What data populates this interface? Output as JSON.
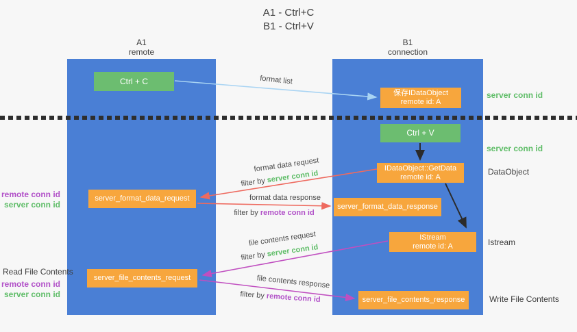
{
  "title": {
    "line1": "A1 - Ctrl+C",
    "line2": "B1 - Ctrl+V"
  },
  "columns": {
    "left": {
      "name": "A1",
      "role": "remote"
    },
    "right": {
      "name": "B1",
      "role": "connection"
    }
  },
  "nodes": {
    "ctrl_c": {
      "label": "Ctrl + C"
    },
    "save_idataobject": {
      "line1": "保存IDataObject",
      "line2": "remote id: A"
    },
    "ctrl_v": {
      "label": "Ctrl + V"
    },
    "idataobject_getdata": {
      "line1": "IDataObject::GetData",
      "line2": "remote id: A"
    },
    "server_format_data_request": {
      "label": "server_format_data_request"
    },
    "server_format_data_response": {
      "label": "server_format_data_response"
    },
    "istream": {
      "line1": "IStream",
      "line2": "remote id: A"
    },
    "server_file_contents_request": {
      "label": "server_file_contents_request"
    },
    "server_file_contents_response": {
      "label": "server_file_contents_response"
    }
  },
  "arrow_labels": {
    "format_list": "format list",
    "format_data_request": "format data request",
    "filter_request_1": {
      "prefix": "filter by ",
      "value": "server conn id"
    },
    "format_data_response": "format data response",
    "filter_response_1": {
      "prefix": "filter by ",
      "value": "remote conn id"
    },
    "file_contents_request": "file contents request",
    "filter_request_2": {
      "prefix": "filter by ",
      "value": "server conn id"
    },
    "file_contents_response": "file contents response",
    "filter_response_2": {
      "prefix": "filter by ",
      "value": "remote conn id"
    }
  },
  "side_labels": {
    "server_conn_id_top": "server conn id",
    "server_conn_id_mid": "server conn id",
    "dataobject": "DataObject",
    "istream": "Istream",
    "write_file_contents": "Write File Contents",
    "remote_conn_id_1": "remote conn id",
    "server_conn_id_1": "server conn id",
    "read_file_contents": "Read File Contents",
    "remote_conn_id_2": "remote conn id",
    "server_conn_id_2": "server conn id"
  },
  "colors": {
    "column_blue": "#4A7FD5",
    "box_green": "#6CBD70",
    "box_orange": "#F7A63D",
    "text_green": "#5FBD68",
    "text_purple": "#B150C8",
    "arrow_blue": "#A9D4F3",
    "arrow_salmon": "#EE6A5F",
    "arrow_magenta": "#C04FC0",
    "arrow_black": "#2B2B2B",
    "divider_black": "#2E2E2E",
    "background": "#F7F7F7"
  }
}
